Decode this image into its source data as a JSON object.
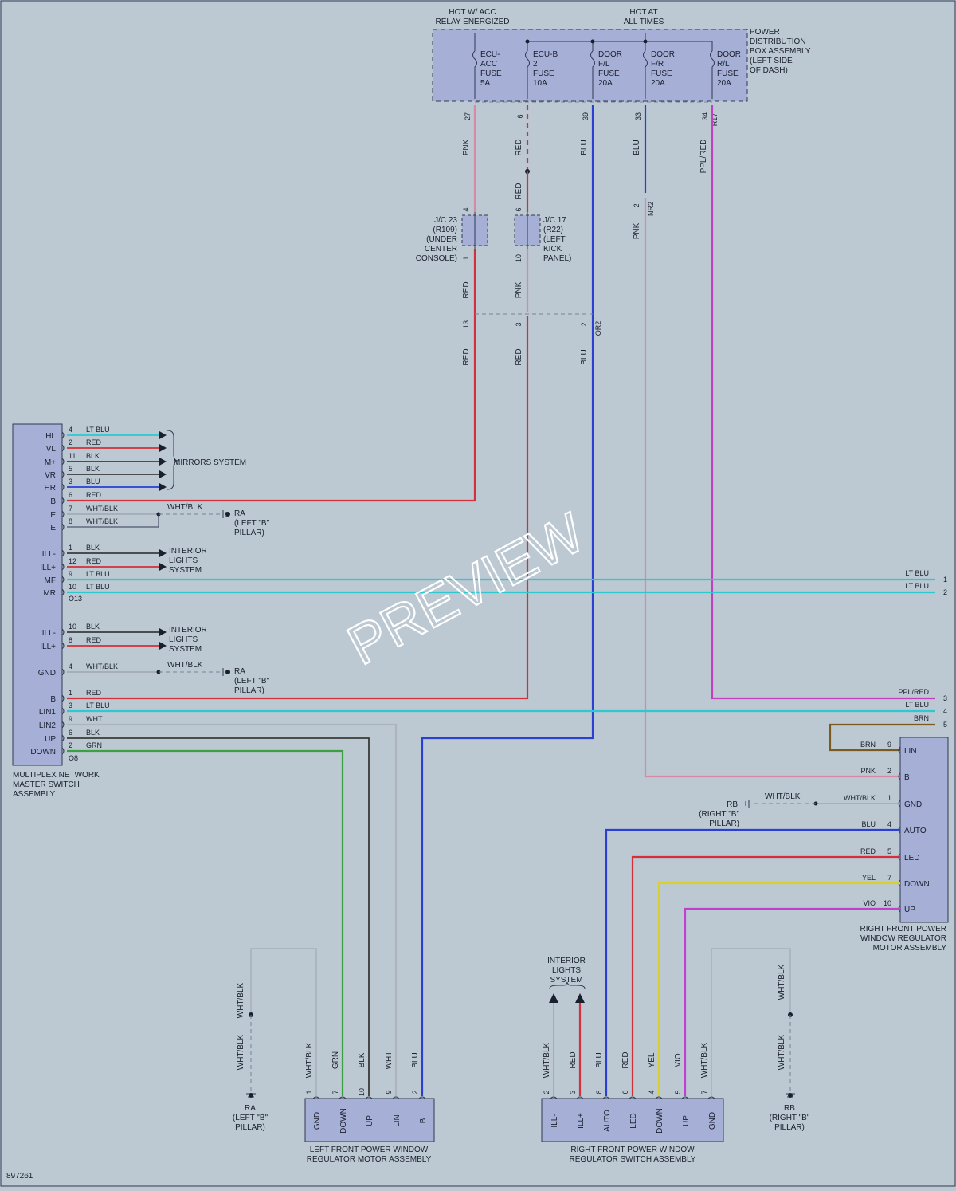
{
  "diagram_id": "897261",
  "watermark": "PREVIEW",
  "colors": {
    "background": "#bcc8d2",
    "component": "#a6afd6",
    "RED": "#d2303a",
    "PNK": "#d88aa4",
    "BLU": "#2a3fd4",
    "LT BLU": "#2ec8d0",
    "BLK": "#3a3a3a",
    "WHT": "#aeb4bc",
    "WHT/BLK": "#9ea5ae",
    "GRN": "#3aa040",
    "YEL": "#d8d030",
    "VIO": "#c040d0",
    "PPL/RED": "#c040c0",
    "BRN": "#7a5a20"
  },
  "headers": {
    "hot_acc": [
      "HOT W/ ACC",
      "RELAY ENERGIZED"
    ],
    "hot_always": [
      "HOT AT",
      "ALL TIMES"
    ]
  },
  "pdb": {
    "label": [
      "POWER",
      "DISTRIBUTION",
      "BOX ASSEMBLY",
      "(LEFT SIDE",
      "OF DASH)"
    ],
    "fuses": [
      {
        "lines": [
          "ECU-",
          "ACC",
          "FUSE",
          "5A"
        ]
      },
      {
        "lines": [
          "ECU-B",
          "2",
          "FUSE",
          "10A"
        ]
      },
      {
        "lines": [
          "DOOR",
          "F/L",
          "FUSE",
          "20A"
        ]
      },
      {
        "lines": [
          "DOOR",
          "F/R",
          "FUSE",
          "20A"
        ]
      },
      {
        "lines": [
          "DOOR",
          "R/L",
          "FUSE",
          "20A"
        ]
      }
    ],
    "pins": [
      "27",
      "6",
      "39",
      "33",
      "34"
    ],
    "connector": "R17"
  },
  "jc23": {
    "lines": [
      "J/C 23",
      "(R109)",
      "(UNDER",
      "CENTER",
      "CONSOLE)"
    ],
    "pin_top": "4",
    "pin_bottom": "1"
  },
  "jc17": {
    "lines": [
      "J/C 17",
      "(R22)",
      "(LEFT",
      "KICK",
      "PANEL)"
    ],
    "pin_top": "6",
    "pin_bottom": "10"
  },
  "nr2": {
    "pin": "2",
    "connector": "NR2"
  },
  "or2": {
    "pins": [
      "13",
      "3",
      "2"
    ],
    "connector": "OR2"
  },
  "vertical_wire_labels": {
    "w1_top": "PNK",
    "w1_mid": "RED",
    "w1_low": "RED",
    "w2_top": "RED",
    "w2_mid": "RED",
    "w2_jc": "PNK",
    "w2_low": "RED",
    "w3_top": "BLU",
    "w3_low": "BLU",
    "w4_top": "BLU",
    "w4_mid": "PNK",
    "w5_top": "PPL/RED"
  },
  "master_switch": {
    "label": [
      "MULTIPLEX NETWORK",
      "MASTER SWITCH",
      "ASSEMBLY"
    ],
    "connector_a": "O13",
    "connector_b": "O8",
    "rows_a": [
      {
        "term": "HL",
        "pin": "4",
        "color": "LT BLU"
      },
      {
        "term": "VL",
        "pin": "2",
        "color": "RED"
      },
      {
        "term": "M+",
        "pin": "11",
        "color": "BLK"
      },
      {
        "term": "VR",
        "pin": "5",
        "color": "BLK"
      },
      {
        "term": "HR",
        "pin": "3",
        "color": "BLU"
      },
      {
        "term": "B",
        "pin": "6",
        "color": "RED"
      },
      {
        "term": "E",
        "pin": "7",
        "color": "WHT/BLK"
      },
      {
        "term": "E",
        "pin": "8",
        "color": "WHT/BLK"
      },
      {
        "term": "ILL-",
        "pin": "1",
        "color": "BLK"
      },
      {
        "term": "ILL+",
        "pin": "12",
        "color": "RED"
      },
      {
        "term": "MF",
        "pin": "9",
        "color": "LT BLU"
      },
      {
        "term": "MR",
        "pin": "10",
        "color": "LT BLU"
      }
    ],
    "rows_b": [
      {
        "term": "ILL-",
        "pin": "10",
        "color": "BLK"
      },
      {
        "term": "ILL+",
        "pin": "8",
        "color": "RED"
      },
      {
        "term": "GND",
        "pin": "4",
        "color": "WHT/BLK"
      },
      {
        "term": "B",
        "pin": "1",
        "color": "RED"
      },
      {
        "term": "LIN1",
        "pin": "3",
        "color": "LT BLU"
      },
      {
        "term": "LIN2",
        "pin": "9",
        "color": "WHT"
      },
      {
        "term": "UP",
        "pin": "6",
        "color": "BLK"
      },
      {
        "term": "DOWN",
        "pin": "2",
        "color": "GRN"
      }
    ]
  },
  "mirrors": "MIRRORS SYSTEM",
  "interior_lights": [
    "INTERIOR",
    "LIGHTS",
    "SYSTEM"
  ],
  "ground_ra": [
    "RA",
    "(LEFT \"B\"",
    "PILLAR)"
  ],
  "ground_rb": [
    "RB",
    "(RIGHT \"B\"",
    "PILLAR)"
  ],
  "wht_blk": "WHT/BLK",
  "right_edge": [
    {
      "pin": "1",
      "color": "LT BLU"
    },
    {
      "pin": "2",
      "color": "LT BLU"
    },
    {
      "pin": "3",
      "color": "PPL/RED"
    },
    {
      "pin": "4",
      "color": "LT BLU"
    },
    {
      "pin": "5",
      "color": "BRN"
    }
  ],
  "rf_motor": {
    "label": [
      "RIGHT FRONT POWER",
      "WINDOW REGULATOR",
      "MOTOR ASSEMBLY"
    ],
    "rows": [
      {
        "term": "LIN",
        "pin": "9",
        "color": "BRN"
      },
      {
        "term": "B",
        "pin": "2",
        "color": "PNK"
      },
      {
        "term": "GND",
        "pin": "1",
        "color": "WHT/BLK"
      },
      {
        "term": "AUTO",
        "pin": "4",
        "color": "BLU"
      },
      {
        "term": "LED",
        "pin": "5",
        "color": "RED"
      },
      {
        "term": "DOWN",
        "pin": "7",
        "color": "YEL"
      },
      {
        "term": "UP",
        "pin": "10",
        "color": "VIO"
      }
    ]
  },
  "lf_motor": {
    "label": [
      "LEFT FRONT POWER WINDOW",
      "REGULATOR MOTOR ASSEMBLY"
    ],
    "cols": [
      {
        "term": "GND",
        "pin": "1",
        "color": "WHT/BLK"
      },
      {
        "term": "DOWN",
        "pin": "7",
        "color": "GRN"
      },
      {
        "term": "UP",
        "pin": "10",
        "color": "BLK"
      },
      {
        "term": "LIN",
        "pin": "9",
        "color": "WHT"
      },
      {
        "term": "B",
        "pin": "2",
        "color": "BLU"
      }
    ]
  },
  "rf_switch": {
    "label": [
      "RIGHT FRONT POWER WINDOW",
      "REGULATOR SWITCH ASSEMBLY"
    ],
    "cols": [
      {
        "term": "ILL-",
        "pin": "2",
        "color": "WHT/BLK"
      },
      {
        "term": "ILL+",
        "pin": "3",
        "color": "RED"
      },
      {
        "term": "AUTO",
        "pin": "8",
        "color": "BLU"
      },
      {
        "term": "LED",
        "pin": "6",
        "color": "RED"
      },
      {
        "term": "DOWN",
        "pin": "4",
        "color": "YEL"
      },
      {
        "term": "UP",
        "pin": "5",
        "color": "VIO"
      },
      {
        "term": "GND",
        "pin": "7",
        "color": "WHT/BLK"
      }
    ]
  }
}
